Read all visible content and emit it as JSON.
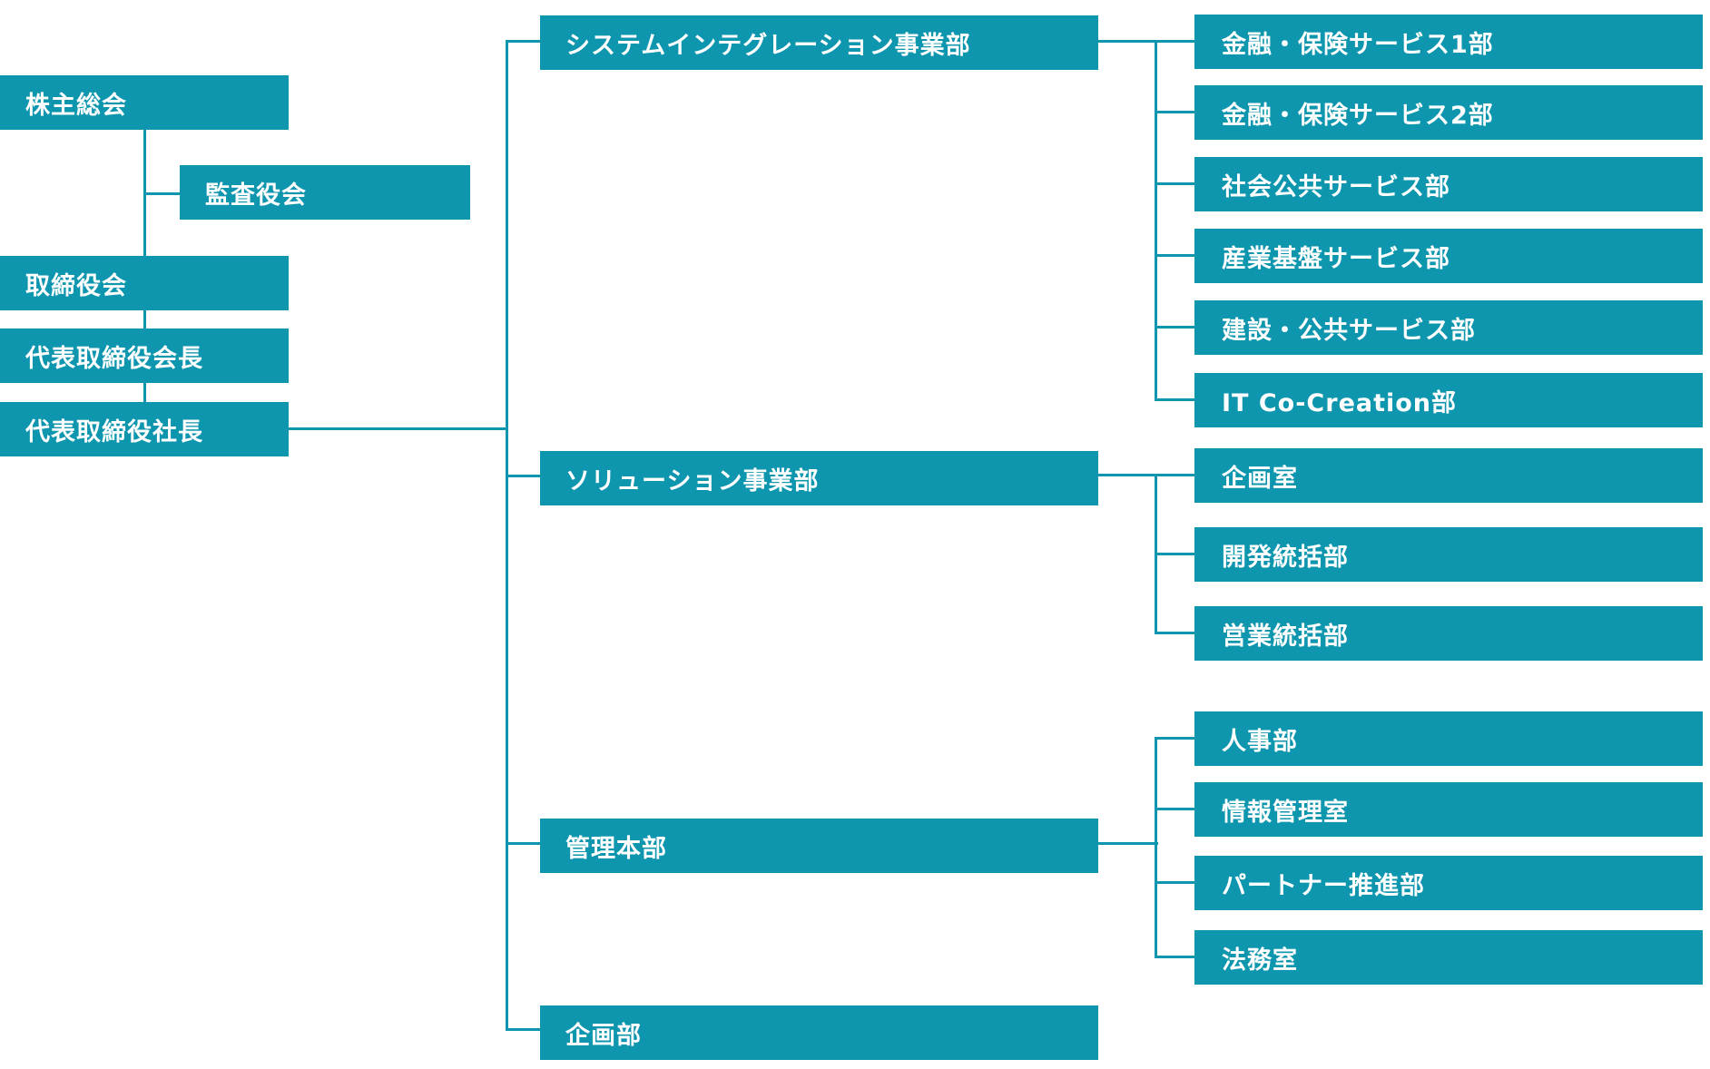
{
  "palette": {
    "box": "#0e96ae",
    "line": "#0e96ae",
    "text": "#ffffff"
  },
  "left": {
    "shareholders": "株主総会",
    "auditors": "監査役会",
    "board": "取締役会",
    "chairman": "代表取締役会長",
    "president": "代表取締役社長"
  },
  "divisions": [
    {
      "name": "システムインテグレーション事業部",
      "departments": [
        "金融・保険サービス1部",
        "金融・保険サービス2部",
        "社会公共サービス部",
        "産業基盤サービス部",
        "建設・公共サービス部",
        "IT Co-Creation部"
      ]
    },
    {
      "name": "ソリューション事業部",
      "departments": [
        "企画室",
        "開発統括部",
        "営業統括部"
      ]
    },
    {
      "name": "管理本部",
      "departments": [
        "人事部",
        "情報管理室",
        "パートナー推進部",
        "法務室"
      ]
    },
    {
      "name": "企画部",
      "departments": []
    }
  ]
}
